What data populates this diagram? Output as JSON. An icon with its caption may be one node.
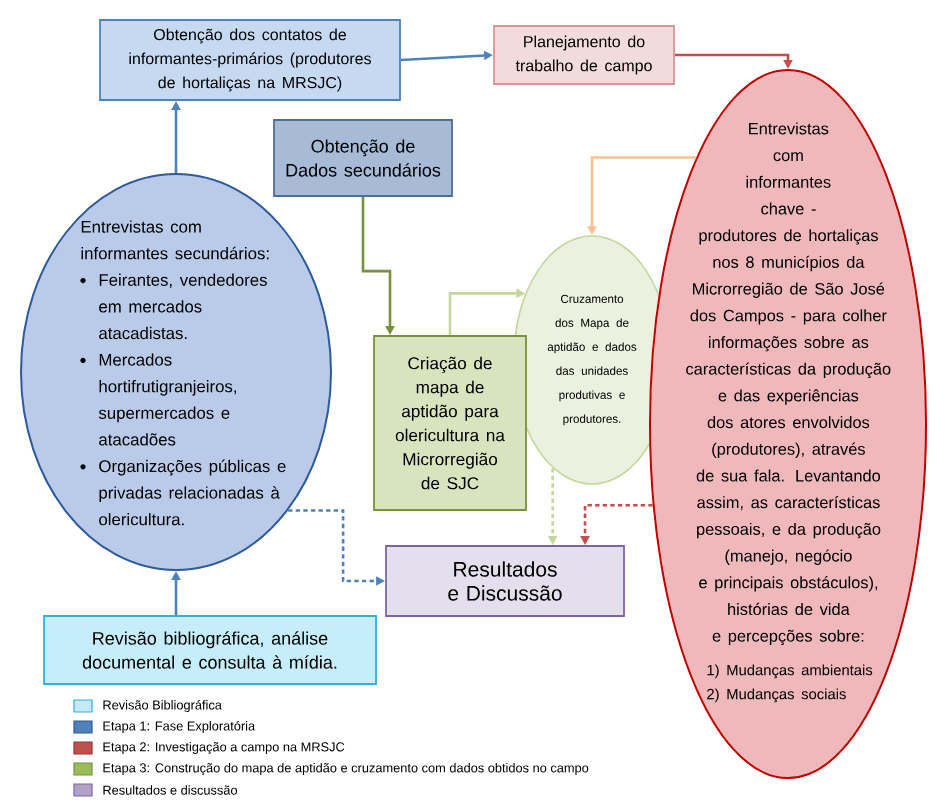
{
  "diagram": {
    "nodes": [
      {
        "text": [
          "Obtenção dos contatos de informantes-primários (produtores de hortaliças na MRSJC)"
        ]
      },
      {
        "text": [
          "Planejamento do trabalho de campo"
        ]
      },
      {
        "text": [
          "Obtenção de Dados secundários"
        ]
      },
      {
        "text": [
          "Entrevistas com informantes secundários:",
          "Feirantes, vendedores em mercados atacadistas.",
          "Mercados hortifrutigranjeiros, supermercados e atacadões",
          "Organizações públicas e privadas relacionadas à olericultura."
        ]
      },
      {
        "text": [
          "Entrevistas com informantes chave - produtores de hortaliças nos 8 municípios da Microrregião de São José dos Campos - para colher informações sobre as características da produção e das experiências dos atores envolvidos (produtores), através de sua fala. Levantando assim, as características pessoais, e da produção (manejo, negócio e principais obstáculos), histórias de vida e percepções sobre:",
          "1) Mudanças ambientais",
          "2) Mudanças sociais"
        ]
      },
      {
        "text": [
          "Criação de mapa de aptidão para olericultura na Microrregião de SJC"
        ]
      },
      {
        "text": [
          "Cruzamento dos Mapa de aptidão e dados das unidades produtivas e produtores."
        ]
      },
      {
        "text": [
          "Resultados e Discussão"
        ]
      },
      {
        "text": [
          "Revisão bibliográfica, análise documental e consulta à mídia."
        ]
      }
    ],
    "edges": [
      {
        "from": 8,
        "to": 3,
        "arrow": "to"
      },
      {
        "from": 3,
        "to": 0,
        "arrow": "to"
      },
      {
        "from": 0,
        "to": 1,
        "arrow": "to"
      },
      {
        "from": 1,
        "to": 4,
        "arrow": "to",
        "color": "#c0504d"
      },
      {
        "from": 2,
        "to": 5,
        "arrow": "to",
        "color": "#77933c"
      },
      {
        "from": 5,
        "to": 6,
        "arrow": "to",
        "color": "#c3d69b"
      },
      {
        "from": 4,
        "to": 6,
        "arrow": "to",
        "color": "#fac090"
      },
      {
        "from": 3,
        "to": 7,
        "arrow": "to",
        "style": "dashed"
      },
      {
        "from": 6,
        "to": 7,
        "arrow": "to",
        "style": "dashed",
        "color": "#c3d69b"
      },
      {
        "from": 4,
        "to": 7,
        "arrow": "to",
        "style": "dashed",
        "color": "#c0504d"
      }
    ],
    "legend": [
      {
        "text": "Revisão Bibliográfica",
        "color": "#c6e9f7"
      },
      {
        "text": "Etapa 1: Fase Exploratória",
        "color": "#4f81bd"
      },
      {
        "text": "Etapa 2: Investigação a campo na MRSJC",
        "color": "#c0504d"
      },
      {
        "text": "Etapa 3: Construção do mapa de aptidão e cruzamento com dados obtidos no campo",
        "color": "#9bbb59"
      },
      {
        "text": "Resultados e discussão",
        "color": "#b3a2c7"
      }
    ]
  }
}
